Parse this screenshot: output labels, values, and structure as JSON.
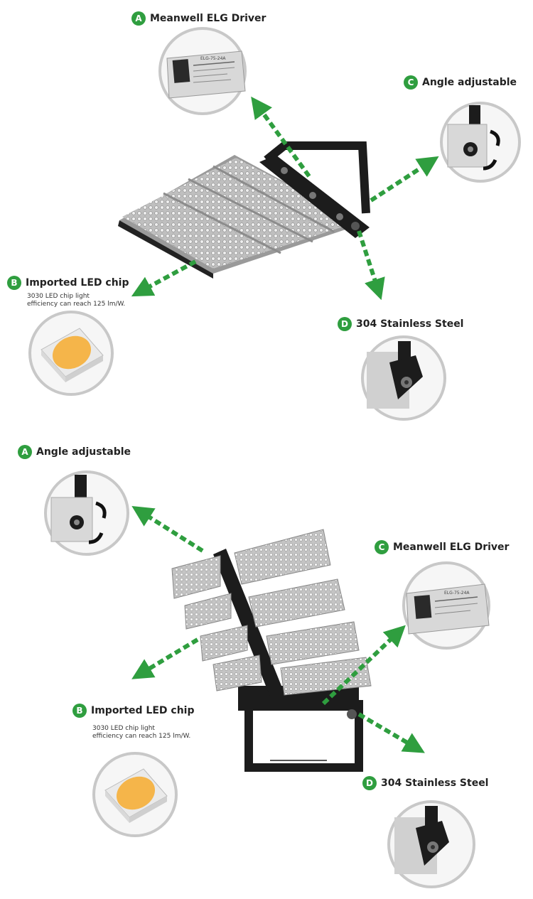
{
  "colors": {
    "accent_green": "#2f9e3f",
    "circle_border": "#c8c8c8",
    "fixture_black": "#1c1c1c",
    "led_yellow": "#f5b54a"
  },
  "icons": [
    "driver-icon",
    "bracket-icon",
    "led-chip-icon",
    "steel-icon",
    "arrow-icon"
  ],
  "top": {
    "a": {
      "badge": "A",
      "label": "Meanwell ELG Driver"
    },
    "c": {
      "badge": "C",
      "label": "Angle adjustable"
    },
    "b": {
      "badge": "B",
      "label": "Imported LED chip",
      "desc_line1": "3030 LED chip light",
      "desc_line2": "efficiency can reach 125 lm/W."
    },
    "d": {
      "badge": "D",
      "label": "304 Stainless Steel"
    },
    "driver_text": "ELG-75-24A"
  },
  "bottom": {
    "a": {
      "badge": "A",
      "label": "Angle adjustable"
    },
    "c": {
      "badge": "C",
      "label": "Meanwell ELG Driver"
    },
    "b": {
      "badge": "B",
      "label": "Imported LED chip",
      "desc_line1": "3030 LED chip light",
      "desc_line2": "efficiency can reach 125 lm/W."
    },
    "d": {
      "badge": "D",
      "label": "304 Stainless Steel"
    },
    "driver_text": "ELG-75-24A"
  }
}
